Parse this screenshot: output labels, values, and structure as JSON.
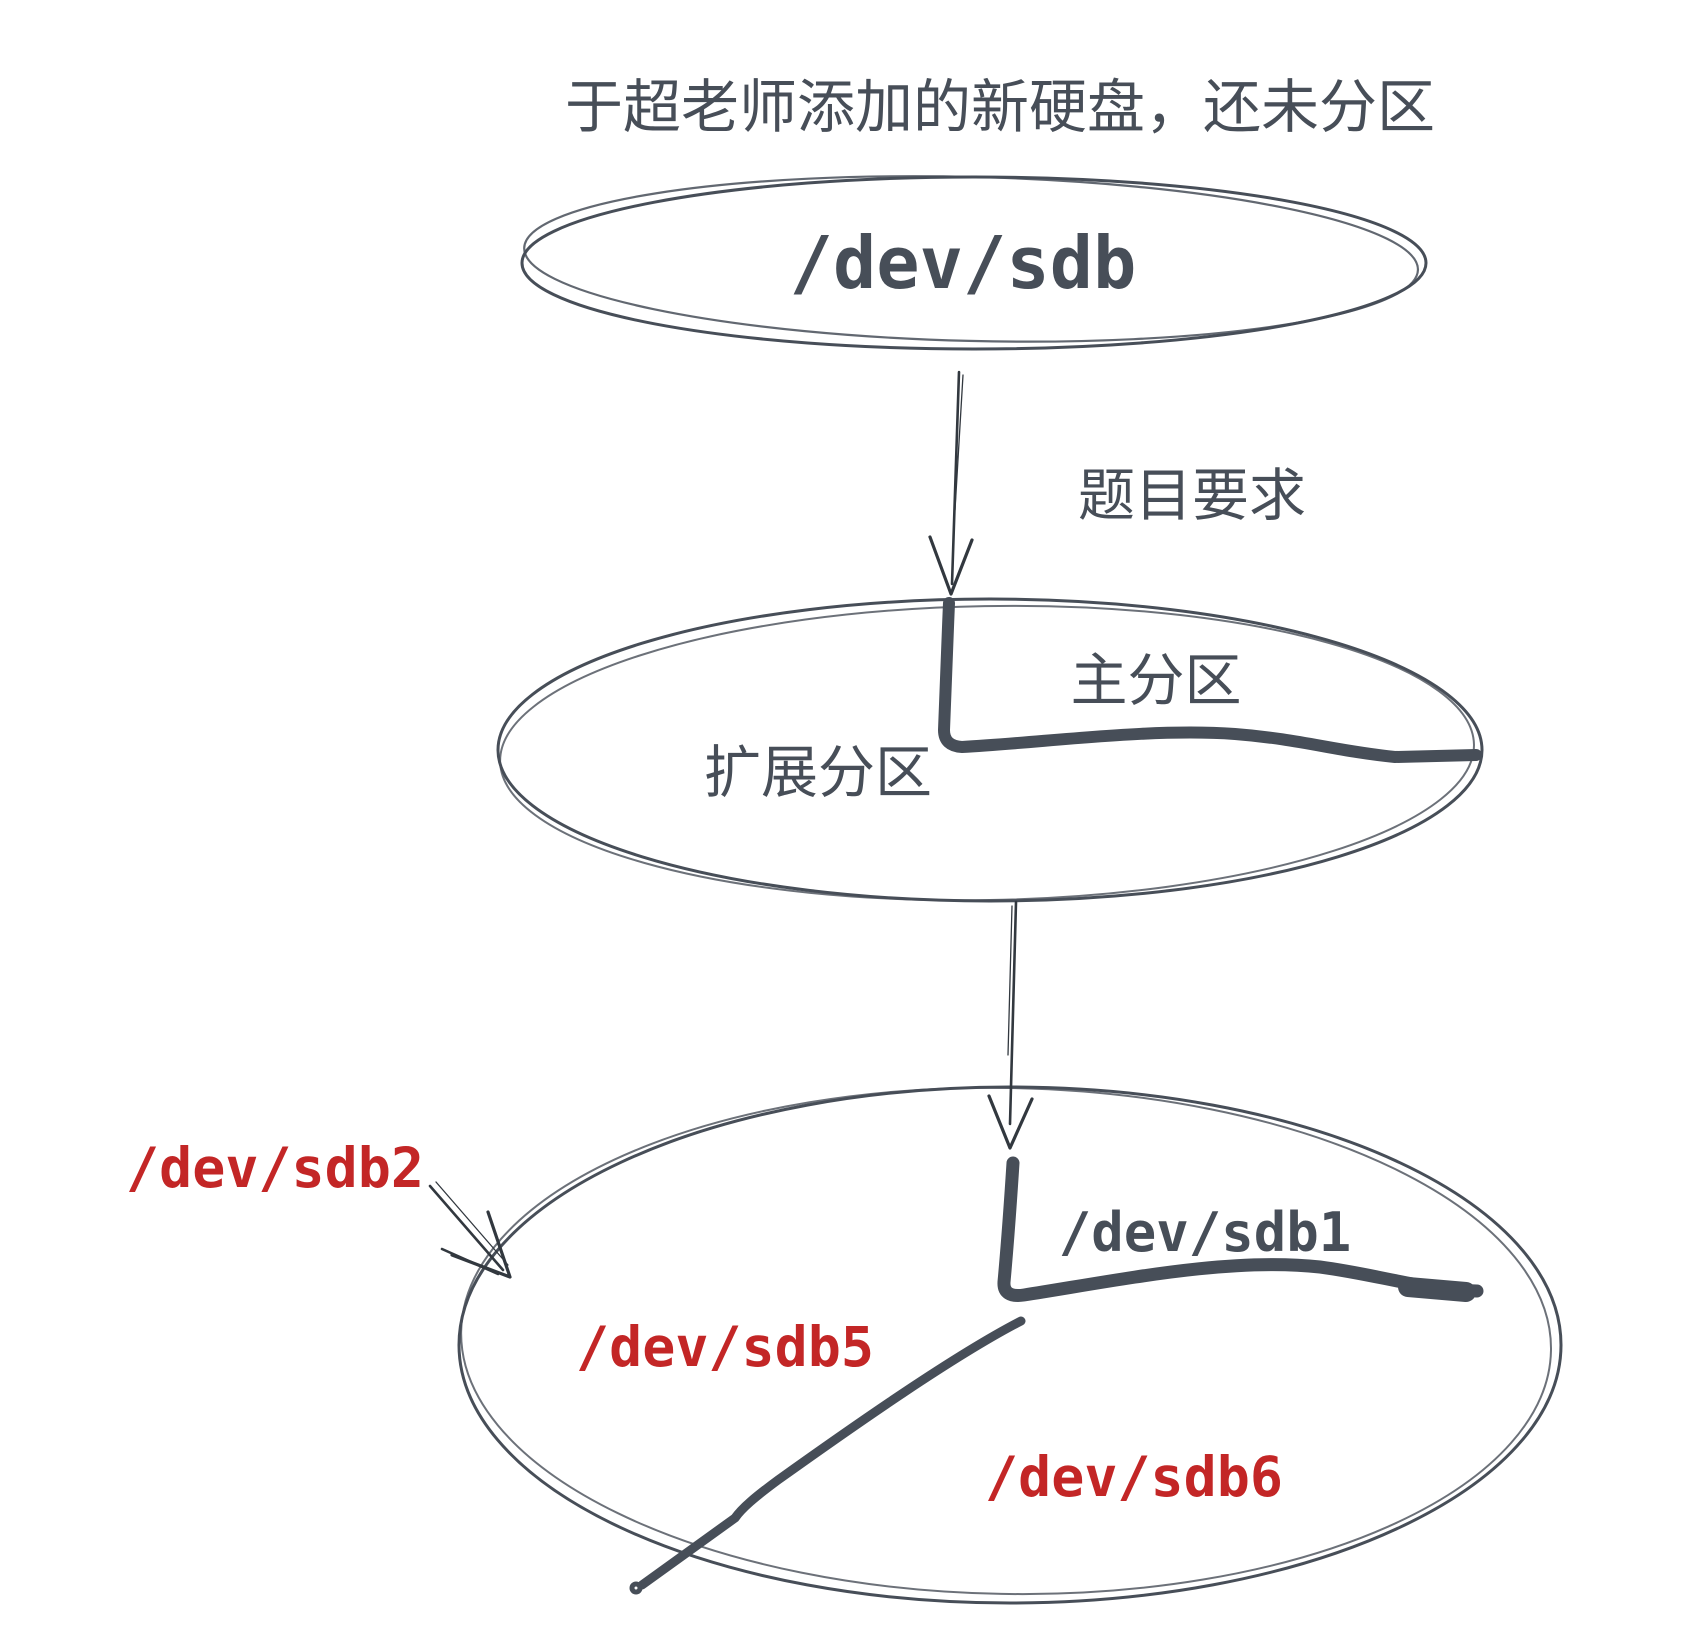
{
  "title": "于超老师添加的新硬盘，还未分区",
  "disk": {
    "label": "/dev/sdb"
  },
  "step1": {
    "label": "题目要求"
  },
  "partitions": {
    "primary": "主分区",
    "extended": "扩展分区"
  },
  "final_partitions": {
    "sdb1": "/dev/sdb1",
    "sdb2": "/dev/sdb2",
    "sdb5": "/dev/sdb5",
    "sdb6": "/dev/sdb6"
  },
  "colors": {
    "ink": "#474e58",
    "arrow": "#32383f",
    "red": "#c32626",
    "background": "#ffffff"
  }
}
